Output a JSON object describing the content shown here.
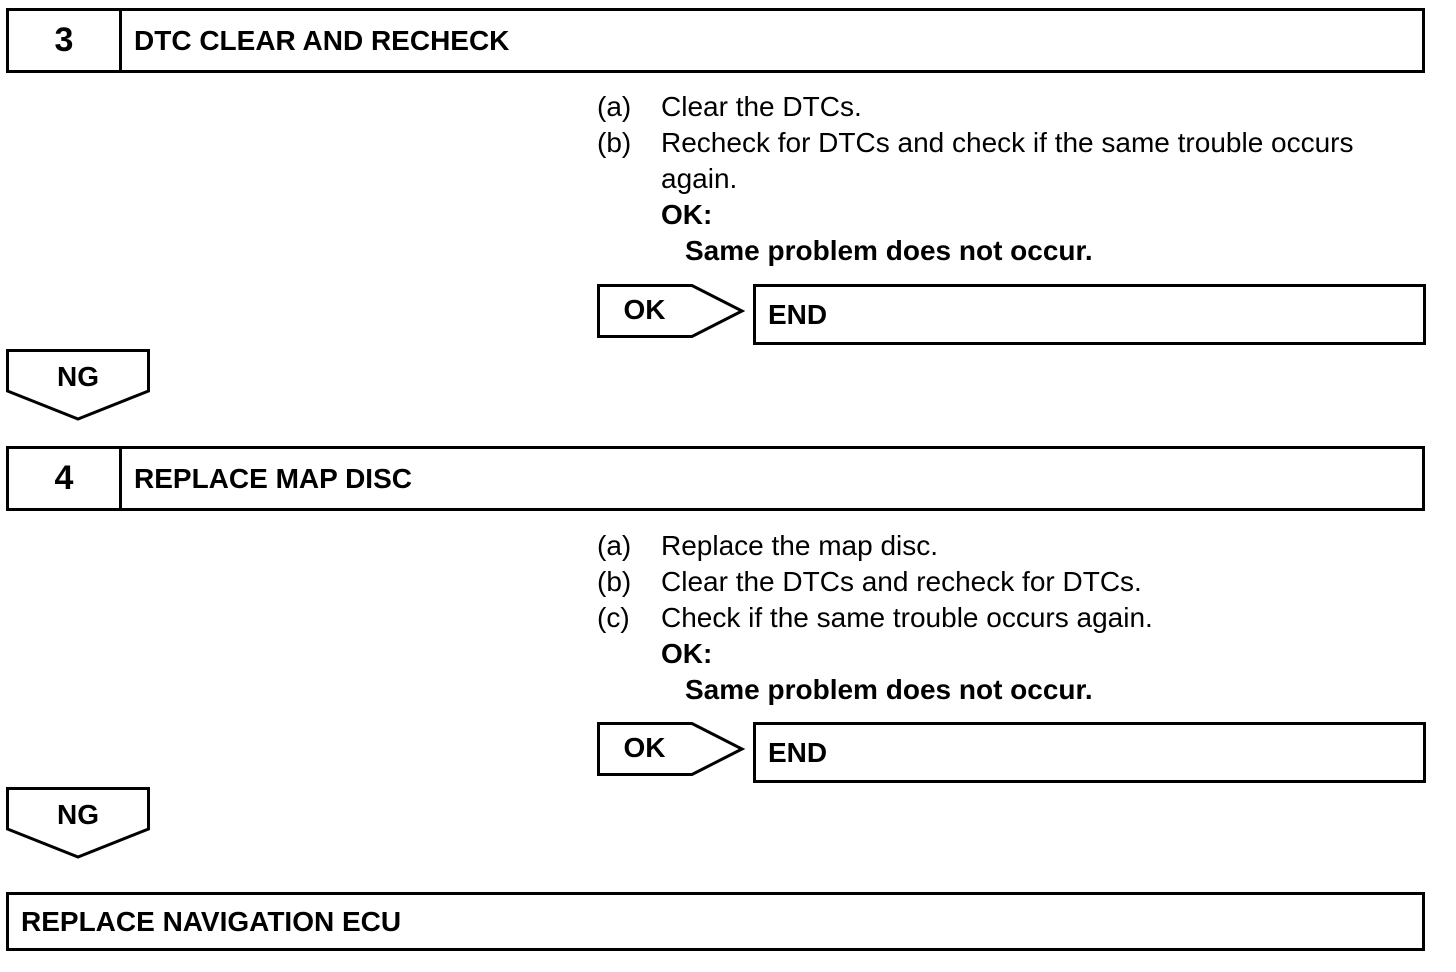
{
  "steps": [
    {
      "number": "3",
      "title": "DTC CLEAR AND RECHECK",
      "instructions": [
        {
          "label": "(a)",
          "text": "Clear the DTCs."
        },
        {
          "label": "(b)",
          "text": "Recheck for DTCs and check if the same trouble occurs again."
        }
      ],
      "ok_heading": "OK:",
      "ok_criteria": "Same problem does not occur.",
      "ok_arrow_label": "OK",
      "ok_result": "END",
      "ng_arrow_label": "NG"
    },
    {
      "number": "4",
      "title": "REPLACE MAP DISC",
      "instructions": [
        {
          "label": "(a)",
          "text": "Replace the map disc."
        },
        {
          "label": "(b)",
          "text": "Clear the DTCs and recheck for DTCs."
        },
        {
          "label": "(c)",
          "text": "Check if the same trouble occurs again."
        }
      ],
      "ok_heading": "OK:",
      "ok_criteria": "Same problem does not occur.",
      "ok_arrow_label": "OK",
      "ok_result": "END",
      "ng_arrow_label": "NG"
    }
  ],
  "final_action": "REPLACE NAVIGATION ECU"
}
